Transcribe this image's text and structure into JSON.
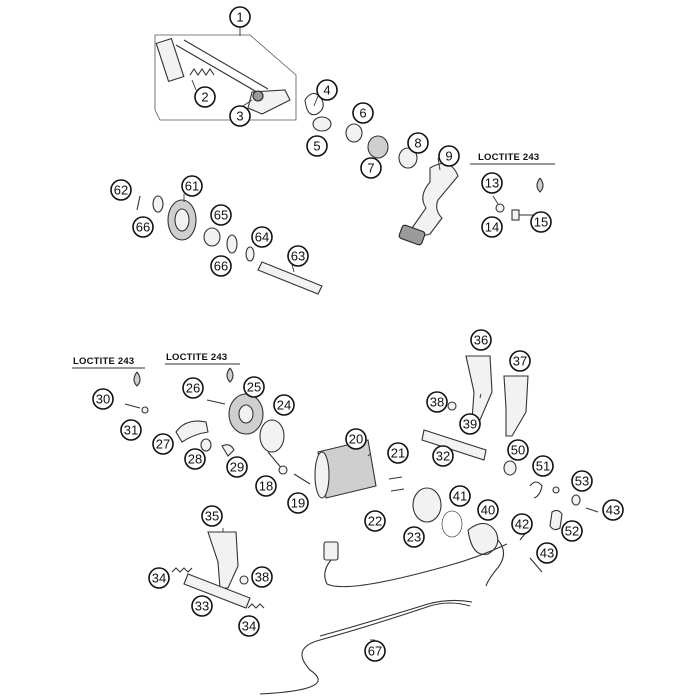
{
  "callouts": [
    {
      "id": "c1",
      "text": "1"
    },
    {
      "id": "c2",
      "text": "2"
    },
    {
      "id": "c3",
      "text": "3"
    },
    {
      "id": "c4",
      "text": "4"
    },
    {
      "id": "c5",
      "text": "5"
    },
    {
      "id": "c6",
      "text": "6"
    },
    {
      "id": "c7",
      "text": "7"
    },
    {
      "id": "c8",
      "text": "8"
    },
    {
      "id": "c9",
      "text": "9"
    },
    {
      "id": "c13",
      "text": "13"
    },
    {
      "id": "c14",
      "text": "14"
    },
    {
      "id": "c15",
      "text": "15"
    },
    {
      "id": "c61",
      "text": "61"
    },
    {
      "id": "c62",
      "text": "62"
    },
    {
      "id": "c63",
      "text": "63"
    },
    {
      "id": "c64",
      "text": "64"
    },
    {
      "id": "c65",
      "text": "65"
    },
    {
      "id": "c66a",
      "text": "66"
    },
    {
      "id": "c66b",
      "text": "66"
    },
    {
      "id": "c30",
      "text": "30"
    },
    {
      "id": "c31",
      "text": "31"
    },
    {
      "id": "c26",
      "text": "26"
    },
    {
      "id": "c25",
      "text": "25"
    },
    {
      "id": "c24",
      "text": "24"
    },
    {
      "id": "c27",
      "text": "27"
    },
    {
      "id": "c28",
      "text": "28"
    },
    {
      "id": "c29",
      "text": "29"
    },
    {
      "id": "c18",
      "text": "18"
    },
    {
      "id": "c19",
      "text": "19"
    },
    {
      "id": "c20",
      "text": "20"
    },
    {
      "id": "c21",
      "text": "21"
    },
    {
      "id": "c22",
      "text": "22"
    },
    {
      "id": "c23",
      "text": "23"
    },
    {
      "id": "c36",
      "text": "36"
    },
    {
      "id": "c37",
      "text": "37"
    },
    {
      "id": "c38a",
      "text": "38"
    },
    {
      "id": "c39",
      "text": "39"
    },
    {
      "id": "c32",
      "text": "32"
    },
    {
      "id": "c50",
      "text": "50"
    },
    {
      "id": "c51",
      "text": "51"
    },
    {
      "id": "c53",
      "text": "53"
    },
    {
      "id": "c43a",
      "text": "43"
    },
    {
      "id": "c52",
      "text": "52"
    },
    {
      "id": "c41",
      "text": "41"
    },
    {
      "id": "c40",
      "text": "40"
    },
    {
      "id": "c42",
      "text": "42"
    },
    {
      "id": "c43b",
      "text": "43"
    },
    {
      "id": "c35",
      "text": "35"
    },
    {
      "id": "c34a",
      "text": "34"
    },
    {
      "id": "c38b",
      "text": "38"
    },
    {
      "id": "c33",
      "text": "33"
    },
    {
      "id": "c34b",
      "text": "34"
    },
    {
      "id": "c67",
      "text": "67"
    }
  ],
  "notes": {
    "loctite_top": "LOCTITE 243",
    "loctite_left": "LOCTITE 243",
    "loctite_mid": "LOCTITE 243"
  }
}
